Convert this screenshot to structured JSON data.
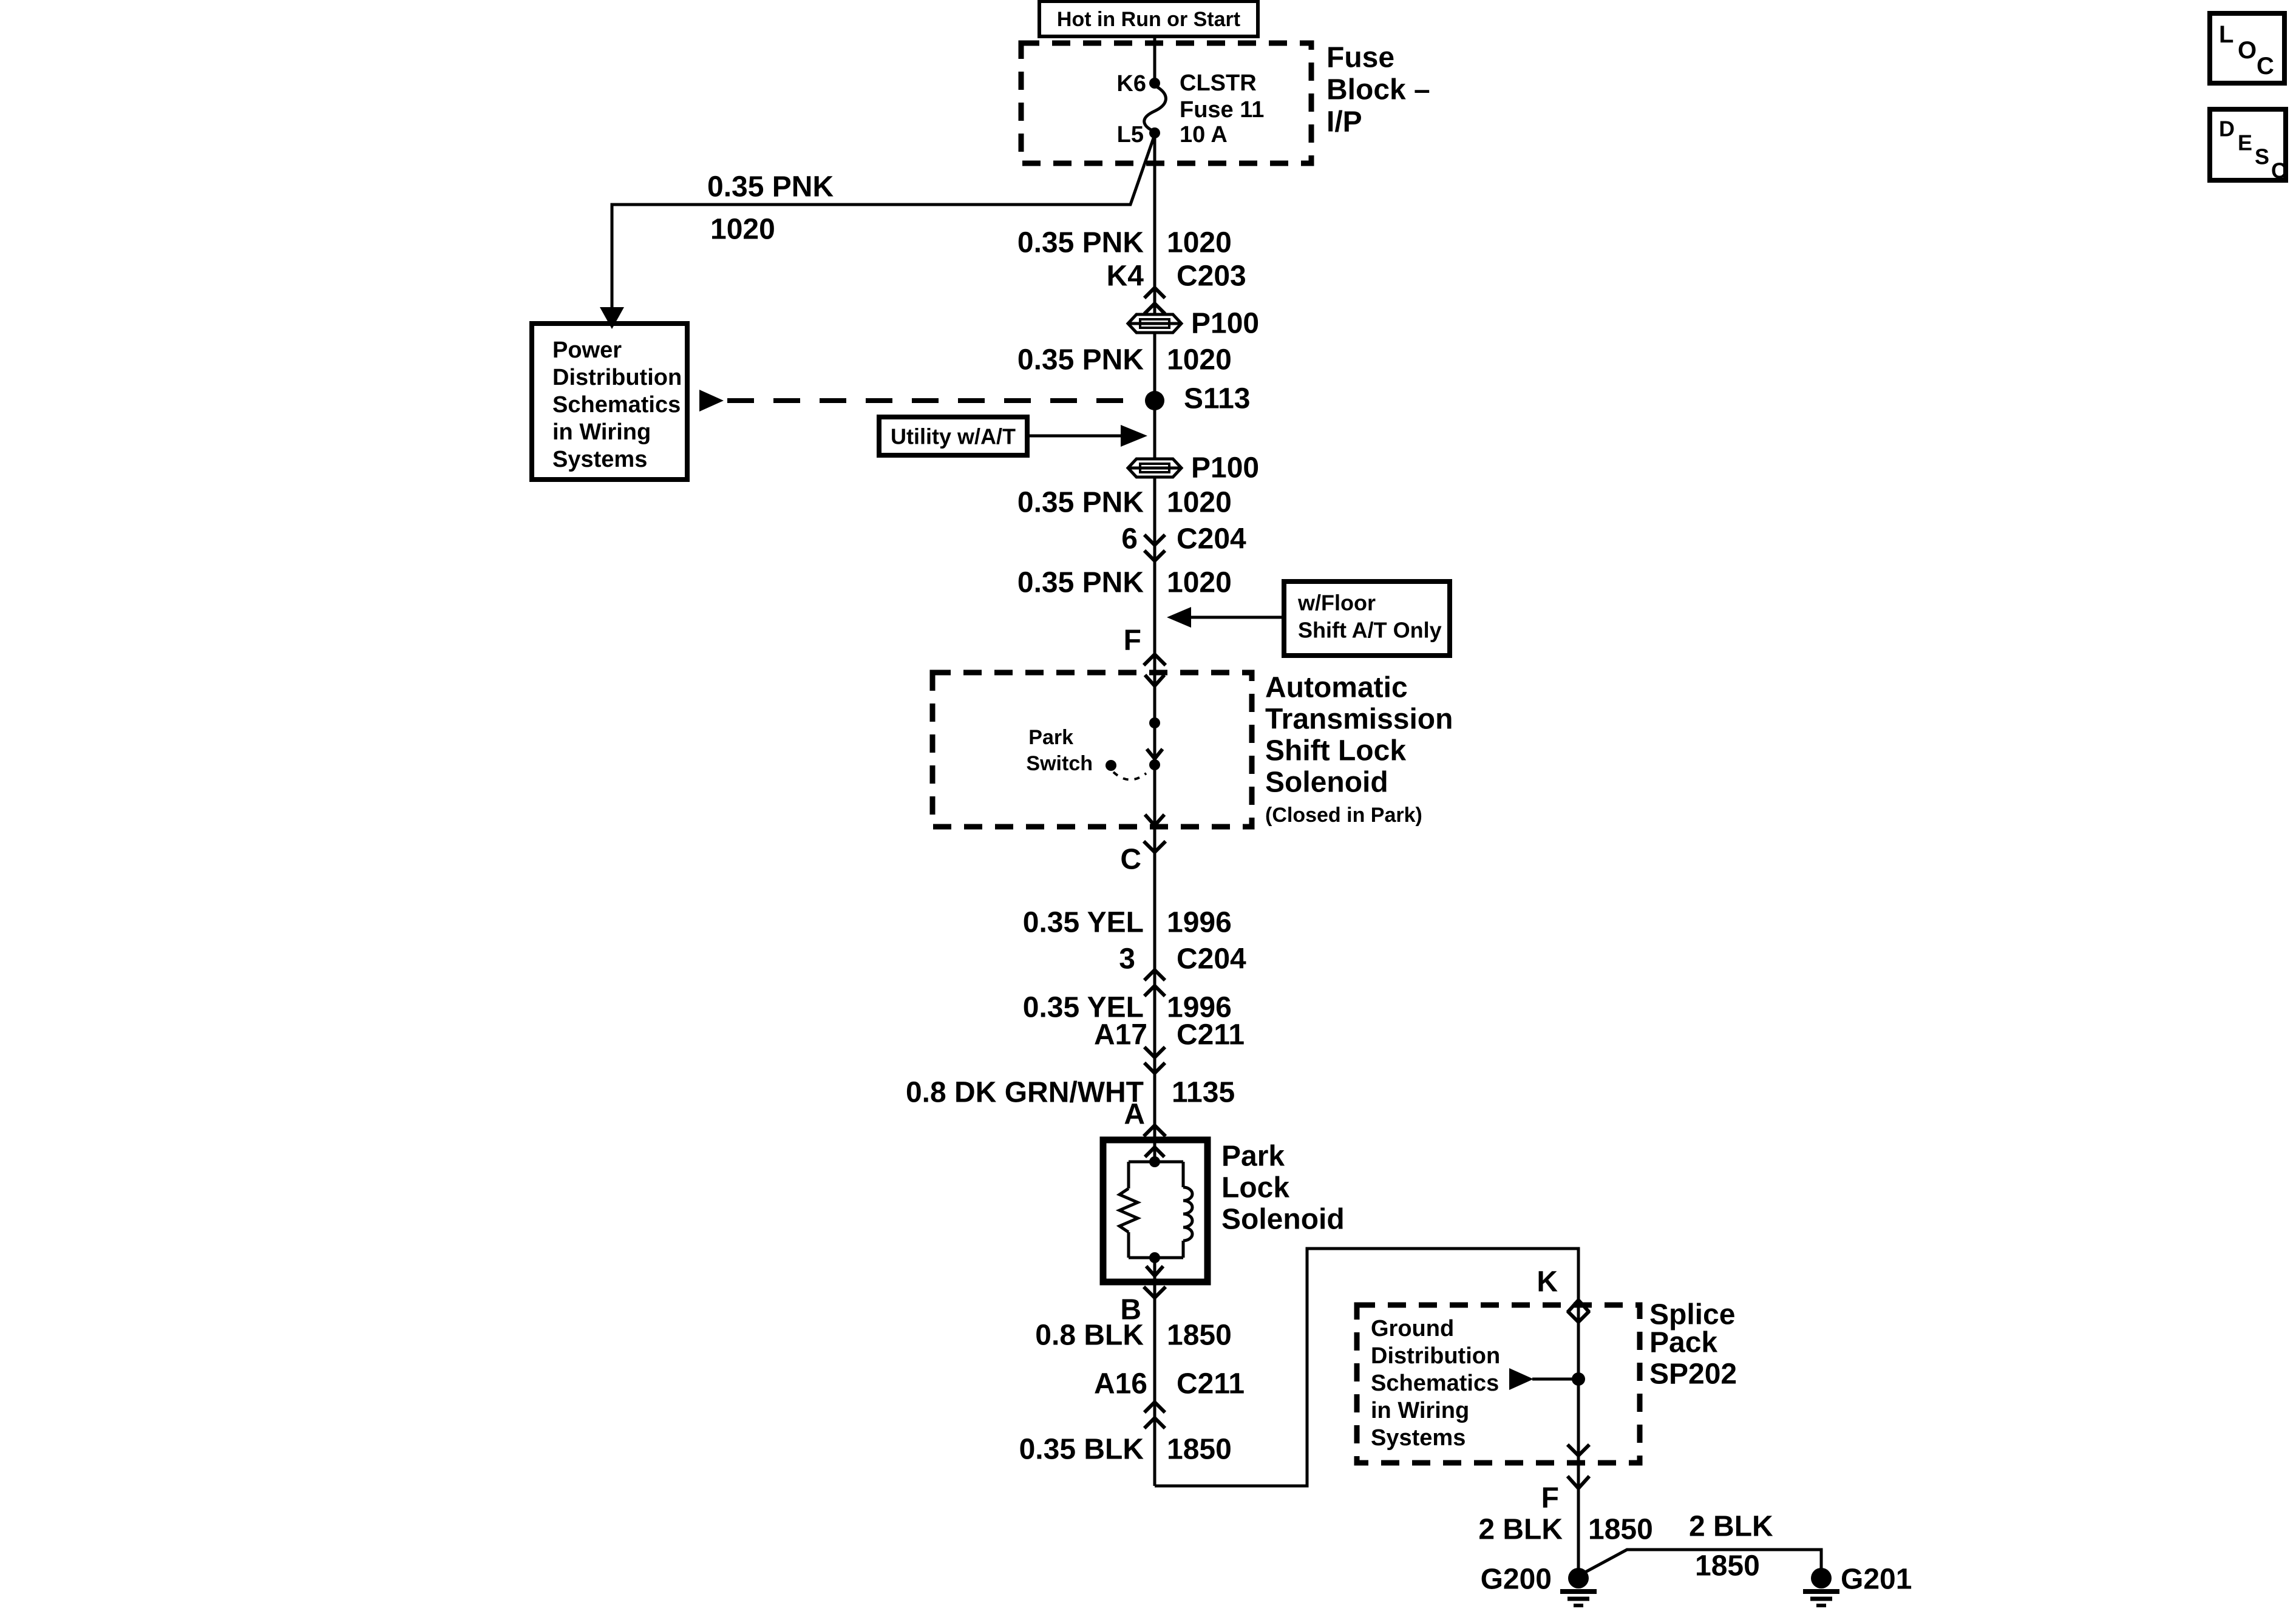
{
  "colors": {
    "ink": "#000000",
    "paper": "#ffffff"
  },
  "corner_tabs": {
    "loc": [
      "L",
      "O",
      "C"
    ],
    "desc": [
      "D",
      "E",
      "S",
      "C"
    ]
  },
  "power_source": {
    "label": "Hot in Run or Start"
  },
  "fuse_block": {
    "name_lines": [
      "Fuse",
      "Block –",
      "I/P"
    ],
    "pin_top": "K6",
    "pin_bottom": "L5",
    "fuse_lines": [
      "CLSTR",
      "Fuse 11",
      "10 A"
    ]
  },
  "branch_left": {
    "wire": "0.35 PNK",
    "circuit": "1020"
  },
  "power_ref": {
    "lines": [
      "Power",
      "Distribution",
      "Schematics",
      "in Wiring",
      "Systems"
    ]
  },
  "utility_tag": {
    "label": "Utility w/A/T"
  },
  "floor_shift_tag": {
    "lines": [
      "w/Floor",
      "Shift A/T Only"
    ]
  },
  "splices": {
    "s113": "S113",
    "sp202_lines": [
      "Splice",
      "Pack",
      "SP202"
    ]
  },
  "passthrough": {
    "p100a": "P100",
    "p100b": "P100"
  },
  "ground_ref": {
    "lines": [
      "Ground",
      "Distribution",
      "Schematics",
      "in Wiring",
      "Systems"
    ]
  },
  "shift_lock_box": {
    "name_lines": [
      "Automatic",
      "Transmission",
      "Shift Lock",
      "Solenoid"
    ],
    "note": "(Closed in Park)",
    "switch_lines": [
      "Park",
      "Switch"
    ]
  },
  "park_lock": {
    "name_lines": [
      "Park",
      "Lock",
      "Solenoid"
    ]
  },
  "terminals": {
    "f1": "F",
    "c": "C",
    "a": "A",
    "b": "B",
    "k": "K",
    "f2": "F"
  },
  "wire_rows": {
    "pnk1": {
      "l": "0.35 PNK",
      "r": "1020"
    },
    "k4": {
      "l": "K4",
      "r": "C203"
    },
    "pnk2": {
      "l": "0.35 PNK",
      "r": "1020"
    },
    "pnk3": {
      "l": "0.35 PNK",
      "r": "1020"
    },
    "c204a": {
      "l": "6",
      "r": "C204"
    },
    "pnk4": {
      "l": "0.35 PNK",
      "r": "1020"
    },
    "yel1": {
      "l": "0.35 YEL",
      "r": "1996"
    },
    "c204b": {
      "l": "3",
      "r": "C204"
    },
    "yel2": {
      "l": "0.35 YEL",
      "r": "1996"
    },
    "c211a": {
      "l": "A17",
      "r": "C211"
    },
    "grn": {
      "l": "0.8 DK GRN/WHT",
      "r": "1135"
    },
    "blk1": {
      "l": "0.8 BLK",
      "r": "1850"
    },
    "c211b": {
      "l": "A16",
      "r": "C211"
    },
    "blk2": {
      "l": "0.35 BLK",
      "r": "1850"
    },
    "blk3": {
      "l": "2 BLK",
      "r": "1850"
    },
    "blk4": {
      "wire": "2 BLK",
      "circuit": "1850"
    }
  },
  "grounds": {
    "g200": "G200",
    "g201": "G201"
  }
}
